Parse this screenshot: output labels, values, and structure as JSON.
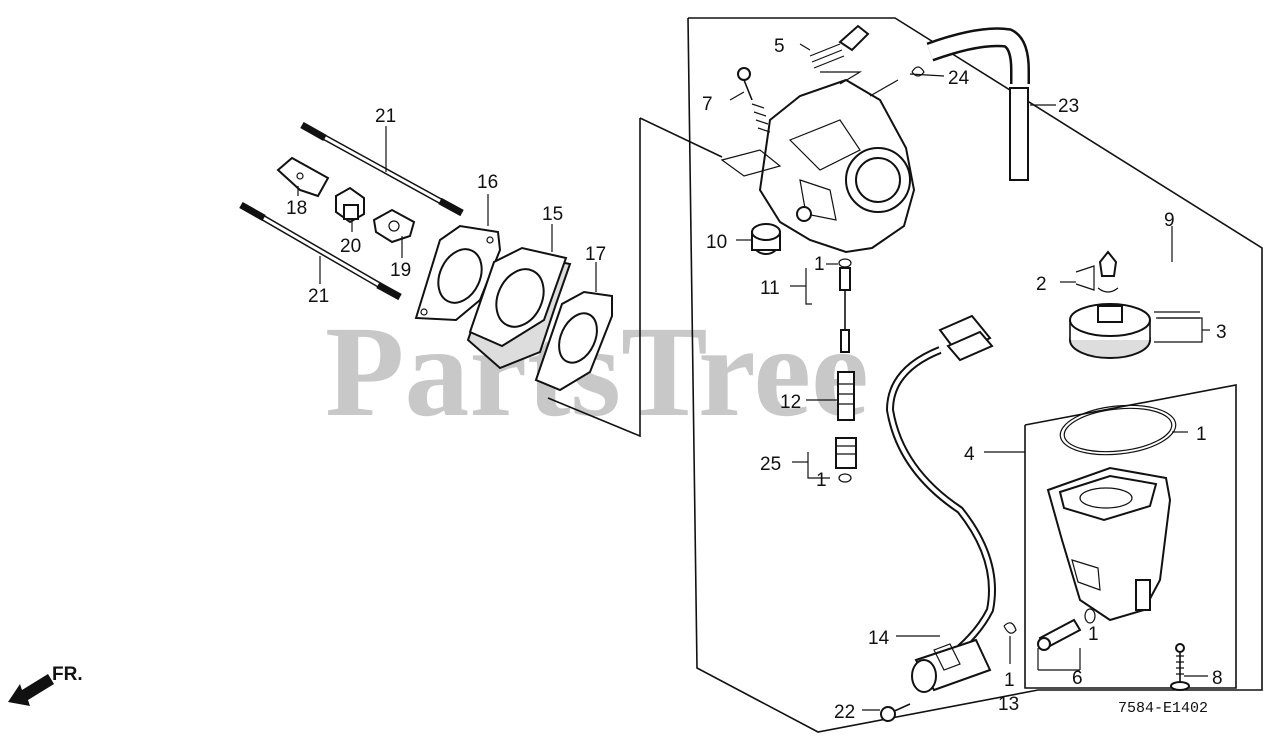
{
  "diagram": {
    "watermark": "PartsTree",
    "direction_label": "FR.",
    "diagram_code": "7584-E1402",
    "callouts": [
      "1",
      "2",
      "3",
      "4",
      "5",
      "6",
      "7",
      "8",
      "9",
      "10",
      "11",
      "12",
      "13",
      "14",
      "15",
      "16",
      "17",
      "18",
      "19",
      "20",
      "21",
      "22",
      "23",
      "24",
      "25"
    ]
  }
}
